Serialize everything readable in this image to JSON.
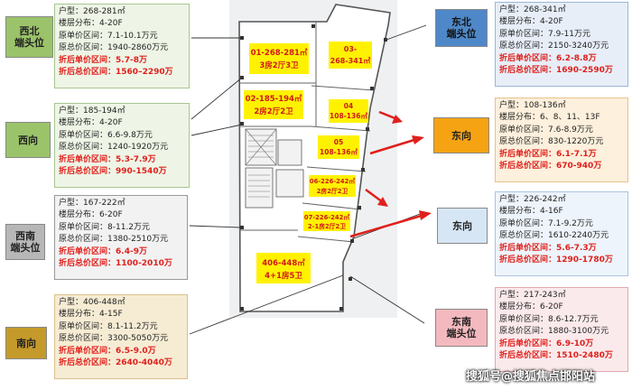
{
  "labels": {
    "type": "户型：",
    "floors": "楼层分布：",
    "orig_unit": "原单价区间：",
    "orig_total": "原总价区间：",
    "disc_unit": "折后单价区间：",
    "disc_total": "折后总价区间："
  },
  "units": {
    "u01": {
      "line1": "01-268-281㎡",
      "line2": "3房2厅3卫"
    },
    "u02": {
      "line1": "02-185-194㎡",
      "line2": "2房2厅2卫"
    },
    "u03": {
      "line1": "03-",
      "line2": "268-341㎡"
    },
    "u04": {
      "line1": "04",
      "line2": "108-136㎡"
    },
    "u05": {
      "line1": "05",
      "line2": "108-136㎡"
    },
    "u06": {
      "line1": "06-226-242㎡",
      "line2": "2房2厅2卫"
    },
    "u07": {
      "line1": "07-226-242㎡",
      "line2": "2-1房2厅2卫"
    },
    "u08": {
      "line1": "406-448㎡",
      "line2": "4+1房5卫"
    }
  },
  "directions": {
    "nw": {
      "name": "西北\n端头位",
      "type": "268-281㎡",
      "floors": "4-20F",
      "orig_unit": "7.1-10.1万元",
      "orig_total": "1940-2860万元",
      "disc_unit": "5.7-8万",
      "disc_total": "1560–2290万"
    },
    "w": {
      "name": "西向",
      "type": "185-194㎡",
      "floors": "4-20F",
      "orig_unit": "6.6-9.8万元",
      "orig_total": "1240-1920万元",
      "disc_unit": "5.3-7.9万",
      "disc_total": "990-1540万"
    },
    "sw": {
      "name": "西南\n端头位",
      "type": "167-222㎡",
      "floors": "6-20F",
      "orig_unit": "8-11.2万元",
      "orig_total": "1380-2510万元",
      "disc_unit": "6.4-9万",
      "disc_total": "1100-2010万"
    },
    "s": {
      "name": "南向",
      "type": "406-448㎡",
      "floors": "4-15F",
      "orig_unit": "8.1-11.2万元",
      "orig_total": "3300-5050万元",
      "disc_unit": "6.5-9.0万",
      "disc_total": "2640-4040万"
    },
    "ne": {
      "name": "东北\n端头位",
      "type": "268-341㎡",
      "floors": "4-20F",
      "orig_unit": "7.9-11万元",
      "orig_total": "2150-3240万元",
      "disc_unit": "6.2-8.8万",
      "disc_total": "1690-2590万"
    },
    "e1": {
      "name": "东向",
      "type": "108-136㎡",
      "floors": "6、8、11、13F",
      "orig_unit": "7.6-8.9万元",
      "orig_total": "830-1220万元",
      "disc_unit": "6.1-7.1万",
      "disc_total": "670-940万"
    },
    "e2": {
      "name": "东向",
      "type": "226-242㎡",
      "floors": "4-16F",
      "orig_unit": "7.1-9.2万元",
      "orig_total": "1610-2240万元",
      "disc_unit": "5.6-7.3万",
      "disc_total": "1290-1780万"
    },
    "se": {
      "name": "东南\n端头位",
      "type": "217-243㎡",
      "floors": "6-20F",
      "orig_unit": "8.6-12.7万元",
      "orig_total": "1880-3100万元",
      "disc_unit": "6.9-10万",
      "disc_total": "1510-2480万"
    }
  },
  "watermark": "搜狐号@搜狐焦点邯阳站"
}
